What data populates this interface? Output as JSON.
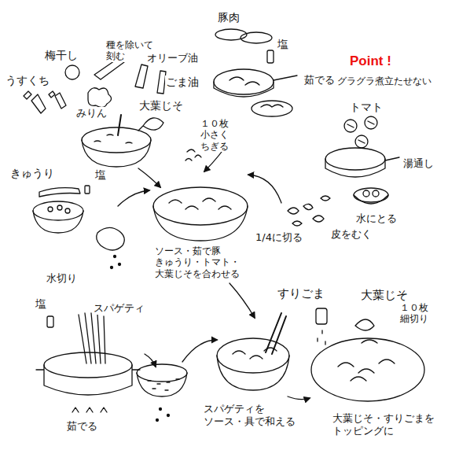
{
  "diagram": {
    "labels": [
      "梅干し",
      "種を除いて 刻む",
      "オリーブ油",
      "うすくち",
      "ごま油",
      "みりん",
      "大葉じそ",
      "１０枚 小さく ちぎる",
      "豚肉",
      "塩",
      "茹でる",
      "Point !",
      "グラグラ煮立たせない",
      "トマト",
      "湯通し",
      "水にとる",
      "皮をむく",
      "1/4に切る",
      "きゅうり",
      "塩",
      "水切り",
      "ソース・茹で豚 きゅうり・トマト・ 大葉じそを合わせる",
      "塩",
      "スパゲティ",
      "茹でる",
      "すりごま",
      "大葉じそ",
      "１０枚 細切り",
      "スパゲティを ソース・具で和える",
      "大葉じそ・すりごまを トッピングに"
    ]
  }
}
